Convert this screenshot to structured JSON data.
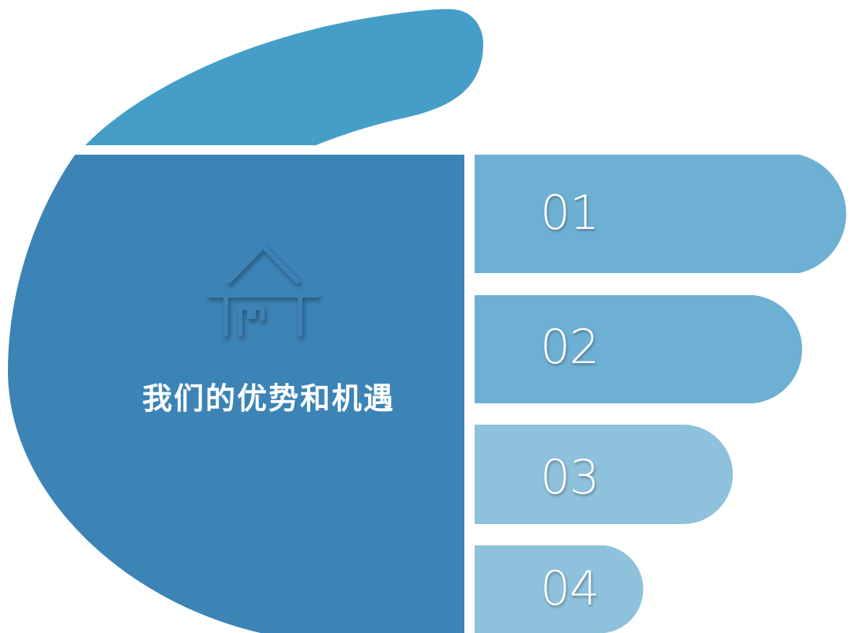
{
  "palm": {
    "title": "我们的优势和机遇",
    "icon": "house-icon",
    "color": "#3c83b6"
  },
  "thumb": {
    "color": "#459ec8"
  },
  "fingers": [
    {
      "number": "01",
      "color": "#6eb0d3"
    },
    {
      "number": "02",
      "color": "#6eb0d3"
    },
    {
      "number": "03",
      "color": "#8dc1dc"
    },
    {
      "number": "04",
      "color": "#8dc1dc"
    }
  ]
}
